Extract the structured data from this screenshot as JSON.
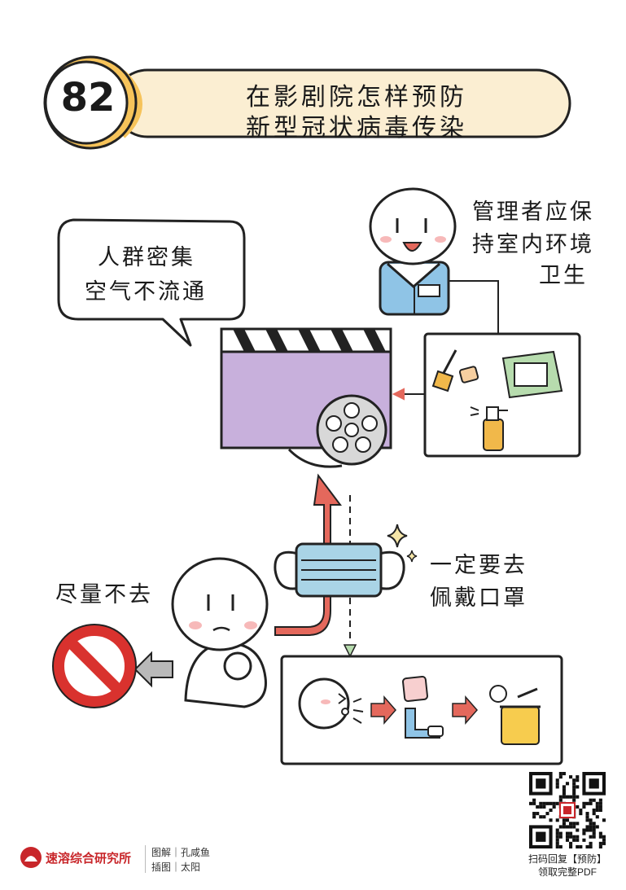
{
  "header": {
    "number": "82",
    "title_line1": "在影剧院怎样预防",
    "title_line2": "新型冠状病毒传染"
  },
  "captions": {
    "crowd_line1": "人群密集",
    "crowd_line2": "空气不流通",
    "manager_line1": "管理者应保",
    "manager_line2": "持室内环境",
    "manager_line3": "卫生",
    "mask_line1": "一定要去",
    "mask_line2": "佩戴口罩",
    "avoid": "尽量不去"
  },
  "footer": {
    "brand": "速溶综合研究所",
    "credit_line1": "图解｜孔咸鱼",
    "credit_line2": "插图｜太阳",
    "qr_line1": "扫码回复【预防】",
    "qr_line2": "领取完整PDF"
  },
  "colors": {
    "title_banner": "#fbeed2",
    "banner_accent": "#f6c35a",
    "screen_purple": "#c8b0dc",
    "mask_blue": "#a9d4e6",
    "arrow_red": "#e4685c",
    "uniform_blue": "#8fc4e6",
    "sign_red": "#d9322e",
    "arrow_gray": "#b9b9b9",
    "cleaning_green": "#b7dcae",
    "spray_orange": "#f1b84a",
    "trash_yellow": "#f7cc4e"
  },
  "icons": [
    "clapperboard-icon",
    "film-reel-icon",
    "broom-icon",
    "sponge-icon",
    "wipes-icon",
    "spray-bottle-icon",
    "mask-icon",
    "no-entry-icon",
    "trash-can-icon",
    "tissue-icon",
    "sparkle-icon",
    "qr-code-icon",
    "brand-logo-icon"
  ]
}
